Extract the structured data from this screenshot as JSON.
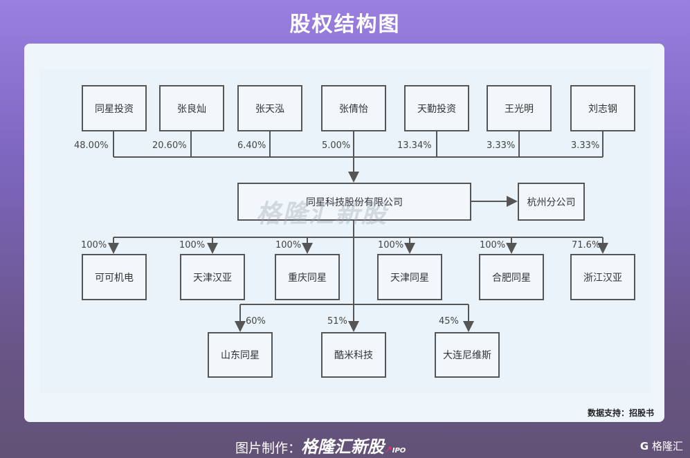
{
  "title": "股权结构图",
  "shareholders": [
    {
      "name": "同星投资",
      "pct": "48.00%"
    },
    {
      "name": "张良灿",
      "pct": "20.60%"
    },
    {
      "name": "张天泓",
      "pct": "6.40%"
    },
    {
      "name": "张倩怡",
      "pct": "5.00%"
    },
    {
      "name": "天勤投资",
      "pct": "13.34%"
    },
    {
      "name": "王光明",
      "pct": "3.33%"
    },
    {
      "name": "刘志钢",
      "pct": "3.33%"
    }
  ],
  "company": "同星科技股份有限公司",
  "branch": "杭州分公司",
  "subsidiaries": [
    {
      "name": "可可机电",
      "pct": "100%"
    },
    {
      "name": "天津汉亚",
      "pct": "100%"
    },
    {
      "name": "重庆同星",
      "pct": "100%"
    },
    {
      "name": "天津同星",
      "pct": "100%"
    },
    {
      "name": "合肥同星",
      "pct": "100%"
    },
    {
      "name": "浙江汉亚",
      "pct": "71.6%"
    }
  ],
  "subsidiaries2": [
    {
      "name": "山东同星",
      "pct": "60%"
    },
    {
      "name": "酷米科技",
      "pct": "51%"
    },
    {
      "name": "大连尼维斯",
      "pct": "45%"
    }
  ],
  "watermark": "格隆汇新股",
  "source": "数据支持：招股书",
  "footer": {
    "label": "图片制作：",
    "brand": "格隆汇新股",
    "ipo": "IPO",
    "logo": "格隆汇"
  }
}
